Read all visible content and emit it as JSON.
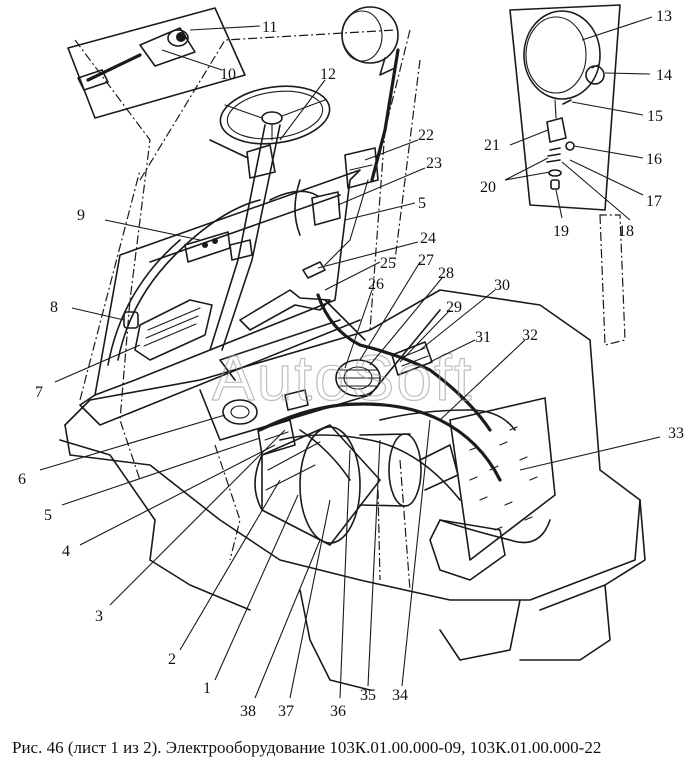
{
  "watermark": "AutoSoft",
  "caption": "Рис. 46 (лист 1 из 2). Электрооборудование 103К.01.00.000-09, 103К.01.00.000-22",
  "callouts": [
    "1",
    "2",
    "3",
    "4",
    "5",
    "5",
    "6",
    "7",
    "8",
    "9",
    "10",
    "11",
    "12",
    "13",
    "14",
    "15",
    "16",
    "17",
    "18",
    "19",
    "20",
    "21",
    "22",
    "23",
    "24",
    "25",
    "26",
    "27",
    "28",
    "29",
    "30",
    "31",
    "32",
    "33",
    "34",
    "35",
    "36",
    "37",
    "38"
  ]
}
